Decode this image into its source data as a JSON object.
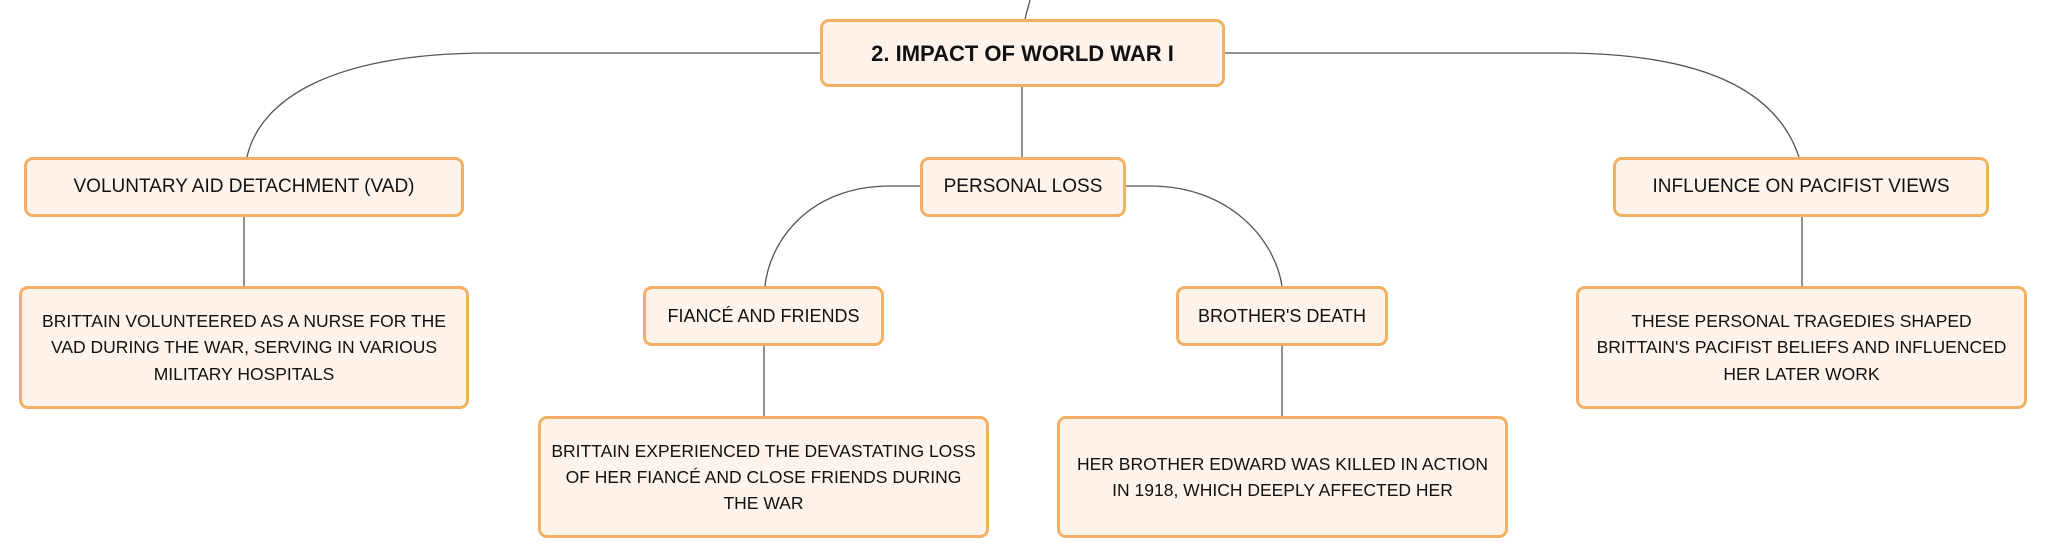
{
  "colors": {
    "node_border": "#f2b062",
    "node_fill": "#fdf3ea",
    "connector": "#555555",
    "text": "#111111"
  },
  "root": {
    "label": "2. IMPACT OF WORLD WAR I"
  },
  "branches": {
    "vad": {
      "label": "VOLUNTARY AID DETACHMENT (VAD)",
      "detail": "BRITTAIN VOLUNTEERED AS A NURSE FOR THE VAD DURING THE WAR, SERVING IN VARIOUS MILITARY HOSPITALS"
    },
    "personal_loss": {
      "label": "PERSONAL LOSS",
      "fiance": {
        "label": "FIANCÉ AND FRIENDS",
        "detail": "BRITTAIN EXPERIENCED THE DEVASTATING LOSS OF HER FIANCÉ AND CLOSE FRIENDS DURING THE WAR"
      },
      "brother": {
        "label": "BROTHER'S DEATH",
        "detail": "HER BROTHER EDWARD WAS KILLED IN ACTION IN 1918, WHICH DEEPLY AFFECTED HER"
      }
    },
    "pacifist": {
      "label": "INFLUENCE ON PACIFIST VIEWS",
      "detail": "THESE PERSONAL TRAGEDIES SHAPED BRITTAIN'S PACIFIST BELIEFS AND INFLUENCED HER LATER WORK"
    }
  }
}
